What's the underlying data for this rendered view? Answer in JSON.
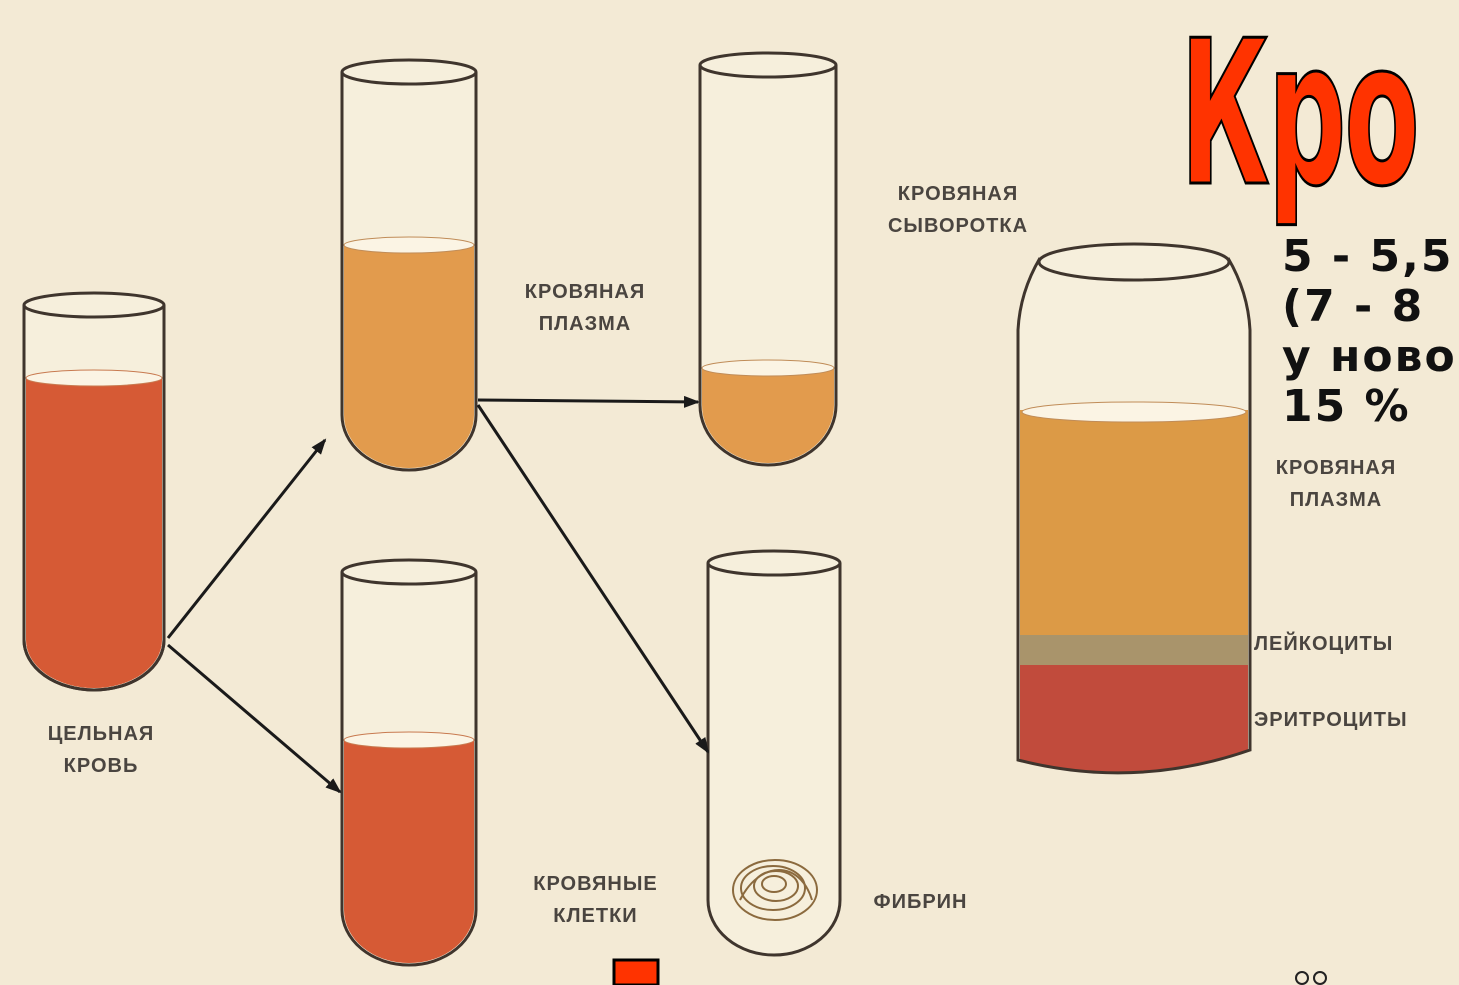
{
  "title": "Кро",
  "info_lines": [
    "5 - 5,5",
    "(7 - 8",
    "у ново",
    "15 % "
  ],
  "labels": {
    "whole_blood": [
      "ЦЕЛЬНАЯ",
      "КРОВЬ"
    ],
    "plasma": [
      "КРОВЯНАЯ",
      "ПЛАЗМА"
    ],
    "serum": [
      "КРОВЯНАЯ",
      "СЫВОРОТКА"
    ],
    "cells": [
      "КРОВЯНЫЕ",
      "КЛЕТКИ"
    ],
    "fibrin": [
      "ФИБРИН"
    ],
    "jar_plasma": [
      "КРОВЯНАЯ",
      "ПЛАЗМА"
    ],
    "leukocytes": [
      "ЛЕЙКОЦИТЫ"
    ],
    "erythrocytes": [
      "ЭРИТРОЦИТЫ"
    ]
  },
  "colors": {
    "background": "#f3ead5",
    "blood": "#d65a35",
    "plasma": "#e29b4d",
    "jar_plasma": "#dc9a46",
    "jar_blood": "#c14b3c",
    "title": "#ff3300"
  }
}
